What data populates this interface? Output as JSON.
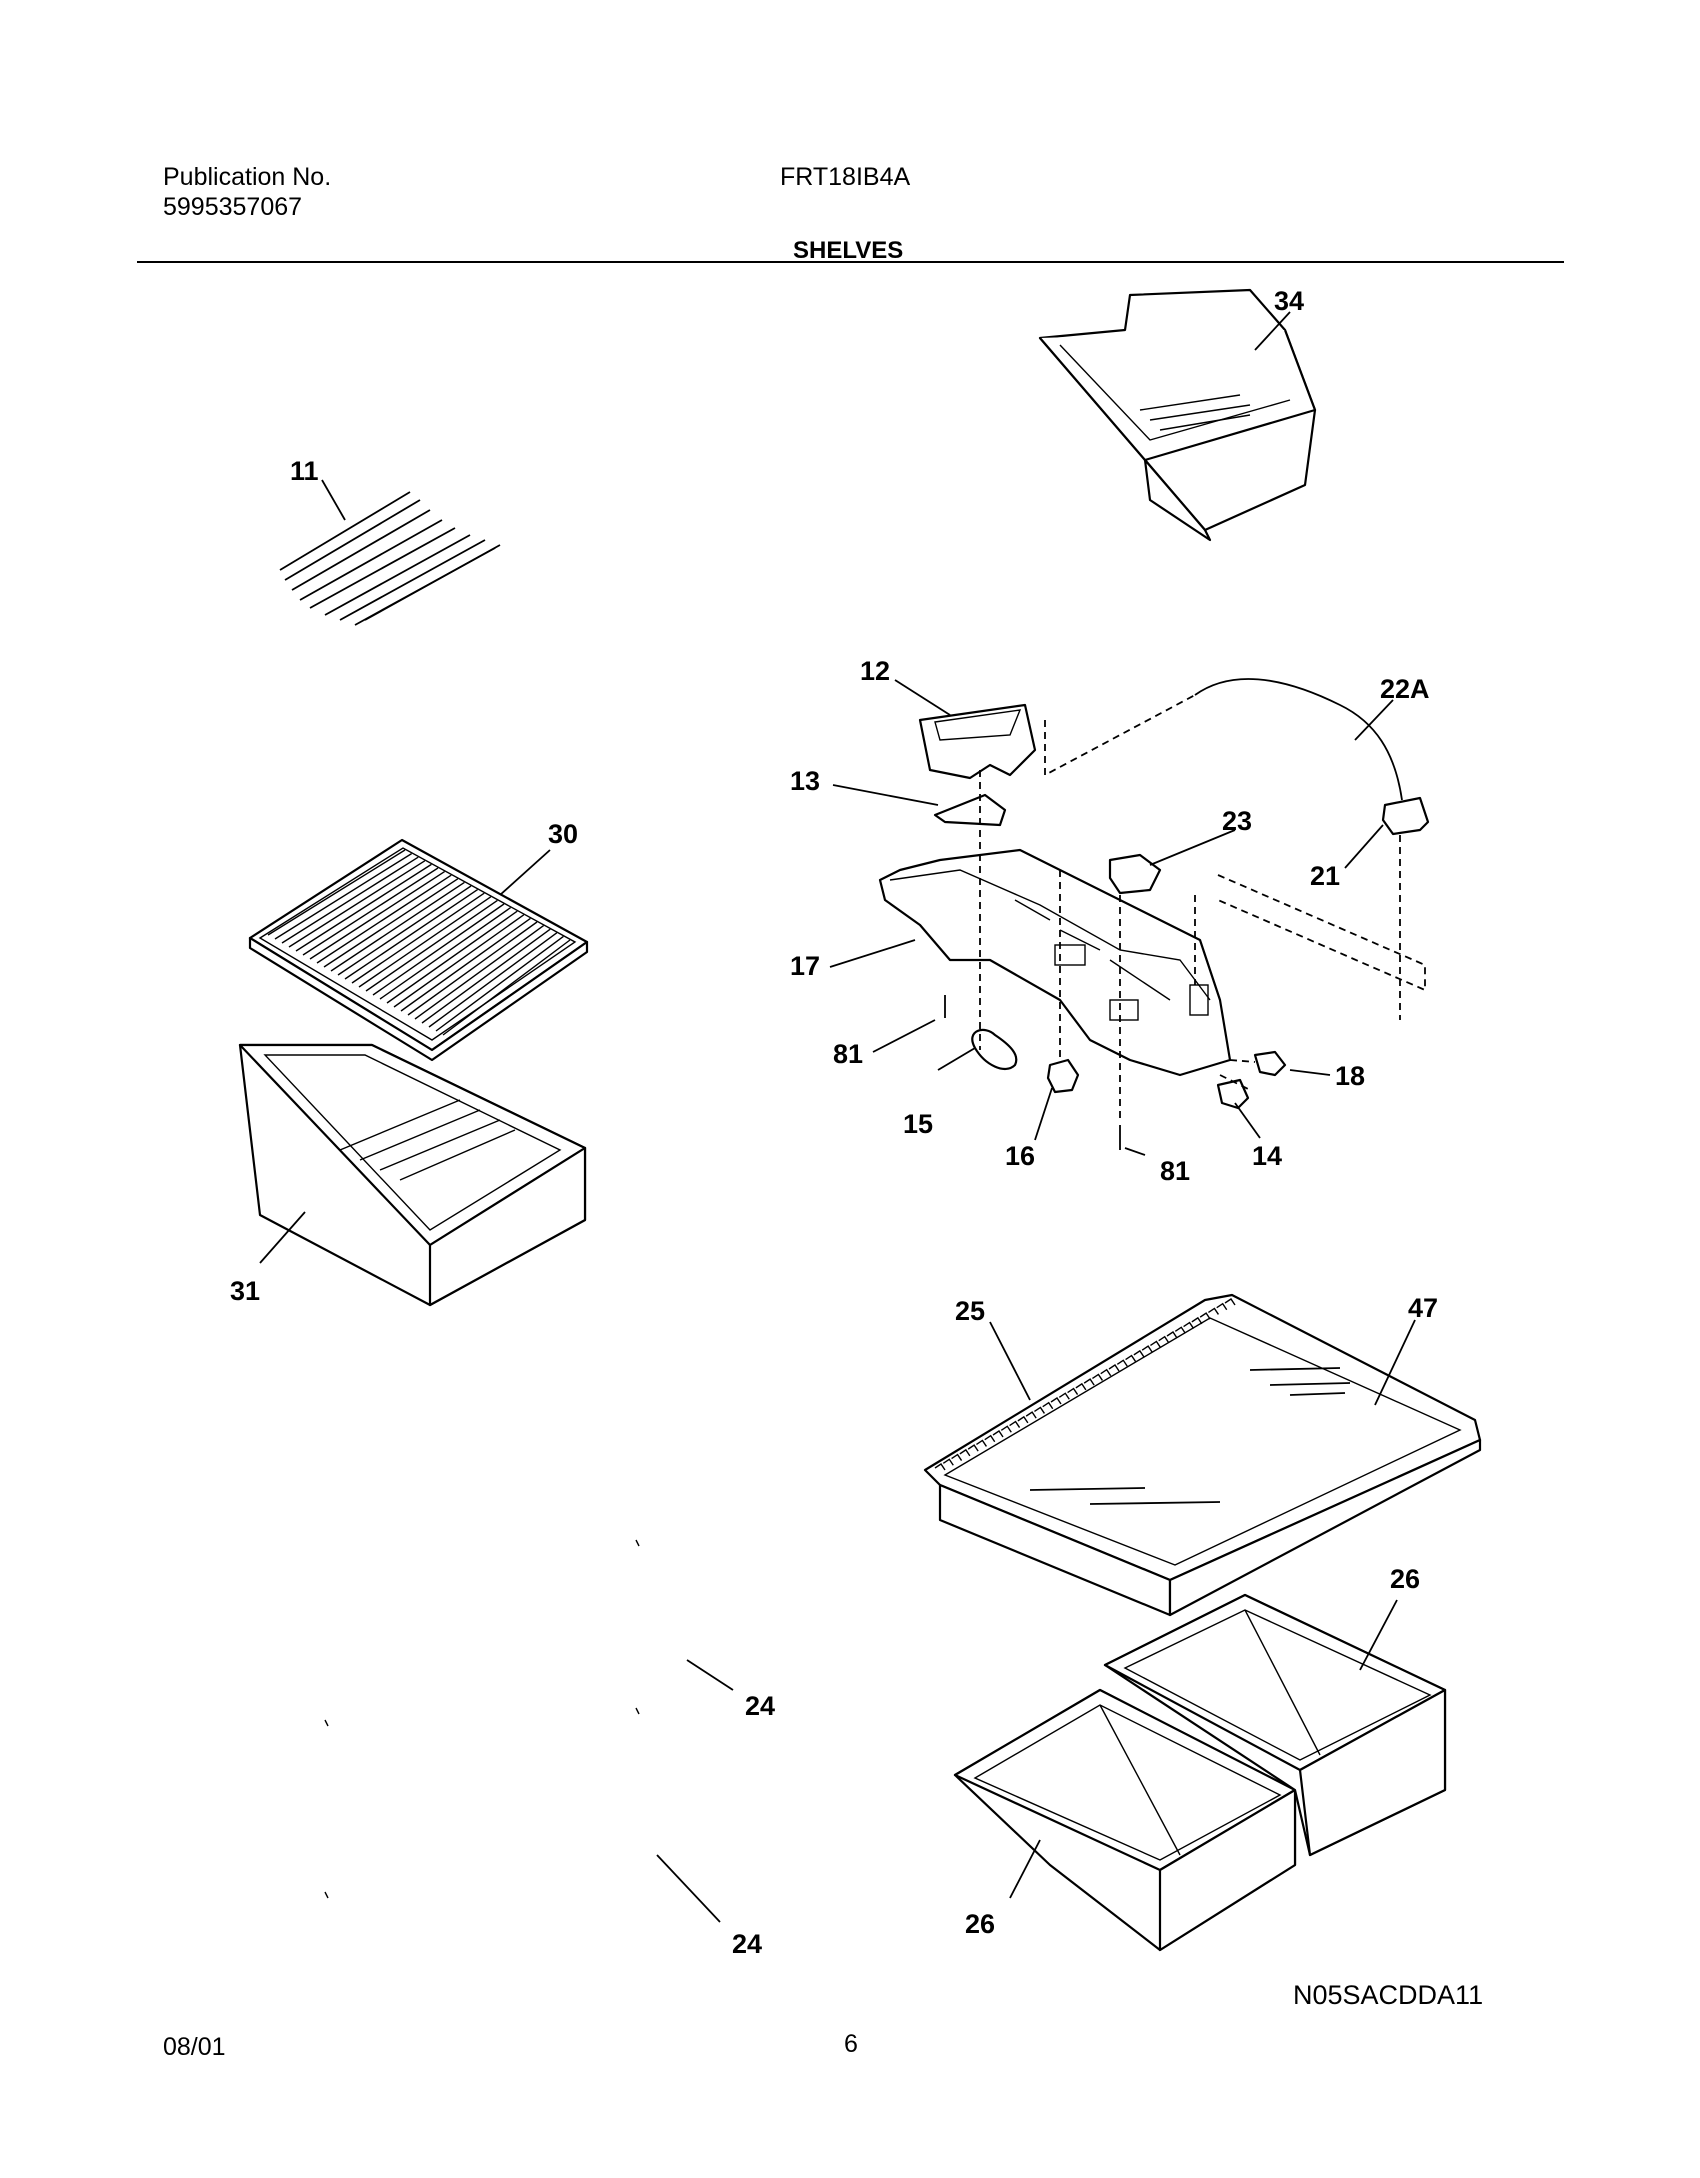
{
  "header": {
    "publication_label": "Publication No.",
    "publication_number": "5995357067",
    "model": "FRT18IB4A",
    "section_title": "SHELVES"
  },
  "footer": {
    "date": "08/01",
    "page_number": "6",
    "drawing_code": "N05SACDDA11"
  },
  "callouts": [
    "34",
    "11",
    "12",
    "22A",
    "13",
    "23",
    "21",
    "30",
    "17",
    "81",
    "15",
    "16",
    "18",
    "14",
    "81",
    "31",
    "25",
    "47",
    "26",
    "24",
    "24",
    "26"
  ]
}
